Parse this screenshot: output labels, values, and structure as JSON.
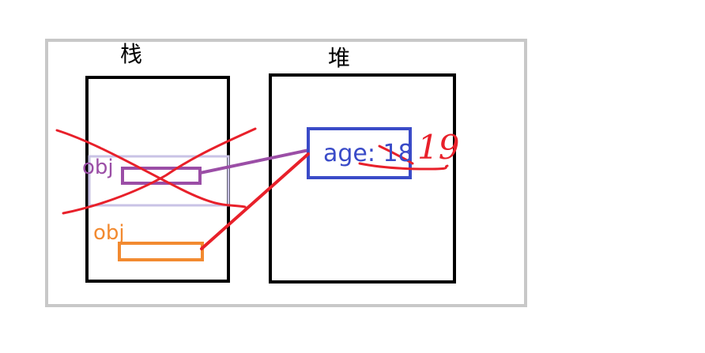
{
  "diagram": {
    "stack_title": "栈",
    "heap_title": "堆",
    "old_obj_label": "obj",
    "new_obj_label": "obj",
    "heap_object_text": "age: 18",
    "handwritten_annotation": "19"
  },
  "colors": {
    "frame": "#c8c8c8",
    "container": "#000000",
    "old_reference": "#9b4ea6",
    "old_reference_highlight": "#c9c3e6",
    "new_reference": "#f28a30",
    "heap_object": "#3a4bc8",
    "annotation": "#e8202a"
  }
}
